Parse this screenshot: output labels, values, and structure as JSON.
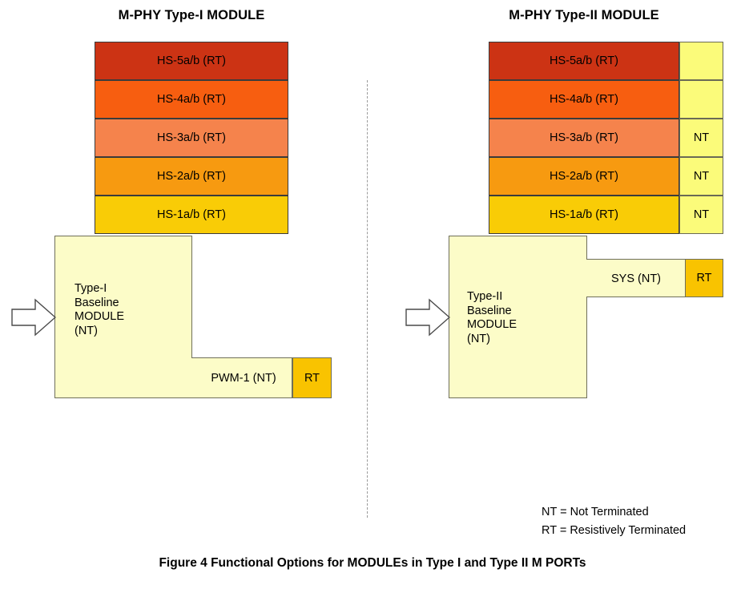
{
  "figure": {
    "caption": "Figure 4 Functional Options for MODULEs in Type I and Type II M PORTs"
  },
  "legend": {
    "lines": [
      "NT = Not Terminated",
      "RT = Resistively Terminated"
    ]
  },
  "colors": {
    "hs5": "#cc3314",
    "hs4": "#f75e10",
    "hs3": "#f5834c",
    "hs2": "#f79a10",
    "hs1": "#f9cc06",
    "nt_cell": "#fbfb7a",
    "baseline": "#fcfcc8",
    "rt_box": "#f9c300",
    "outline": "#6f6f5a",
    "divider": "#9a9a9a"
  },
  "panels": [
    {
      "id": "type-i",
      "title": "M-PHY Type-I MODULE",
      "gears": [
        {
          "label": "HS-5a/b (RT)",
          "color": "#cc3314",
          "side_label": ""
        },
        {
          "label": "HS-4a/b (RT)",
          "color": "#f75e10",
          "side_label": ""
        },
        {
          "label": "HS-3a/b (RT)",
          "color": "#f5834c",
          "side_label": ""
        },
        {
          "label": "HS-2a/b (RT)",
          "color": "#f79a10",
          "side_label": ""
        },
        {
          "label": "HS-1a/b (RT)",
          "color": "#f9cc06",
          "side_label": ""
        }
      ],
      "baseline": {
        "label": "Type-I\nBaseline\nMODULE\n(NT)"
      },
      "arm": {
        "label": "PWM-1 (NT)",
        "terminator": "RT",
        "position": "bottom"
      }
    },
    {
      "id": "type-ii",
      "title": "M-PHY Type-II MODULE",
      "gears": [
        {
          "label": "HS-5a/b (RT)",
          "color": "#cc3314",
          "side_label": ""
        },
        {
          "label": "HS-4a/b (RT)",
          "color": "#f75e10",
          "side_label": ""
        },
        {
          "label": "HS-3a/b (RT)",
          "color": "#f5834c",
          "side_label": "NT"
        },
        {
          "label": "HS-2a/b (RT)",
          "color": "#f79a10",
          "side_label": "NT"
        },
        {
          "label": "HS-1a/b (RT)",
          "color": "#f9cc06",
          "side_label": "NT"
        }
      ],
      "baseline": {
        "label": "Type-II\nBaseline\nMODULE\n(NT)"
      },
      "arm": {
        "label": "SYS (NT)",
        "terminator": "RT",
        "position": "top"
      }
    }
  ]
}
